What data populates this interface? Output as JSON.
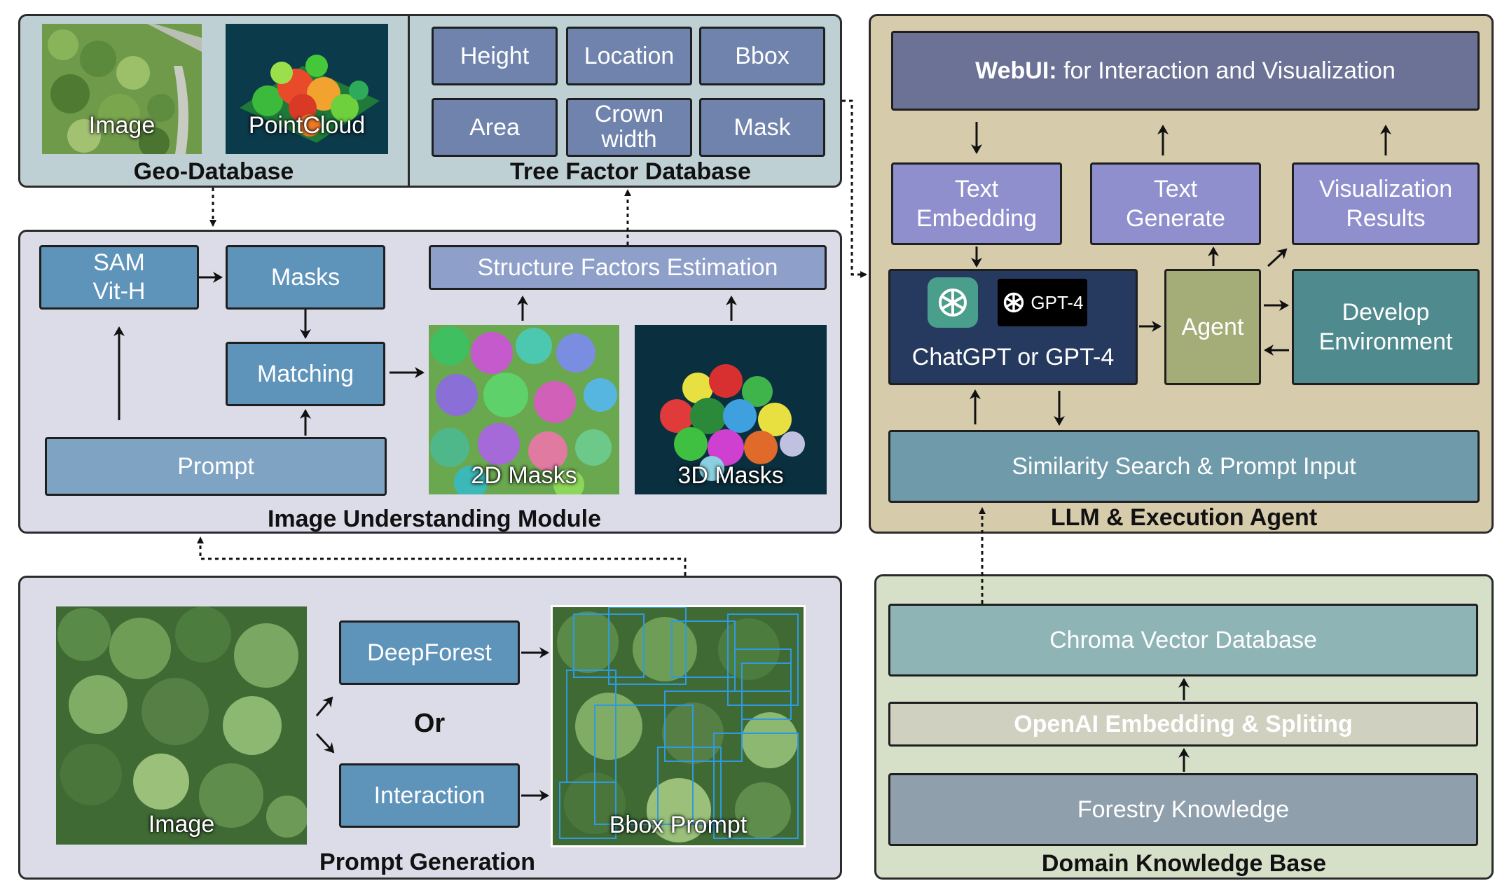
{
  "geo_database": {
    "title": "Geo-Database",
    "image_label": "Image",
    "pointcloud_label": "PointCloud"
  },
  "tree_factor_database": {
    "title": "Tree Factor Database",
    "factors": [
      "Height",
      "Location",
      "Bbox",
      "Area",
      "Crown\nwidth",
      "Mask"
    ]
  },
  "image_understanding": {
    "title": "Image Understanding Module",
    "sam_label": "SAM\nVit-H",
    "masks_label": "Masks",
    "matching_label": "Matching",
    "prompt_label": "Prompt",
    "structure_label": "Structure Factors Estimation",
    "masks_2d_label": "2D Masks",
    "masks_3d_label": "3D Masks"
  },
  "prompt_generation": {
    "title": "Prompt Generation",
    "image_label": "Image",
    "deepforest_label": "DeepForest",
    "or_label": "Or",
    "interaction_label": "Interaction",
    "bbox_prompt_label": "Bbox Prompt"
  },
  "llm_agent": {
    "title": "LLM & Execution Agent",
    "webui_bold": "WebUI:",
    "webui_rest": " for Interaction and Visualization",
    "text_embedding_label": "Text\nEmbedding",
    "text_generate_label": "Text\nGenerate",
    "visualization_label": "Visualization\nResults",
    "gpt4_badge": "GPT-4",
    "chatgpt_label": "ChatGPT or GPT-4",
    "agent_label": "Agent",
    "develop_label": "Develop\nEnvironment",
    "similarity_label": "Similarity Search & Prompt Input"
  },
  "domain_knowledge": {
    "title": "Domain Knowledge Base",
    "chroma_label": "Chroma Vector Database",
    "openai_label": "OpenAI Embedding & Spliting",
    "forestry_label": "Forestry Knowledge"
  },
  "colors": {
    "panel_geo": "#bfd0d5",
    "panel_iu": "#dcdbe8",
    "panel_llm": "#d6cbab",
    "panel_dk": "#d6dfc8",
    "box_factor": "#6f83ad",
    "box_blue": "#5e93ba",
    "box_prompt": "#7ea3c3",
    "box_structure": "#8e9fc9",
    "box_webui": "#6b7295",
    "box_purple": "#8f8fcd",
    "box_chatgpt": "#253a5e",
    "box_agent": "#a4ac77",
    "box_teal": "#4f8a8e",
    "box_similarity": "#6e9aaa",
    "box_chroma": "#8fb4b6",
    "box_openai": "#cfd0c0",
    "box_forestry": "#8f9fac"
  }
}
